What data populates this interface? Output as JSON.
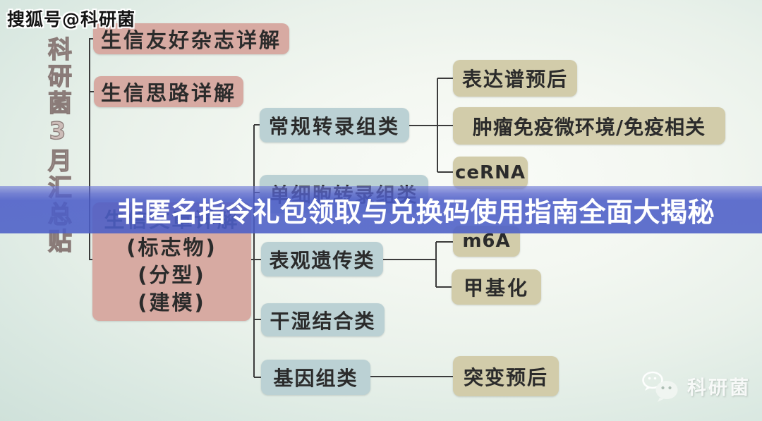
{
  "watermark": "搜狐号@科研菌",
  "side_title": "科研菌3月汇总贴",
  "banner": {
    "text": "非匿名指令礼包领取与兑换码使用指南全面大揭秘",
    "color": "#4c5fc7"
  },
  "colors": {
    "pink_node": "#d7aaa2",
    "blue_node": "#bbd1d4",
    "tan_node": "#d2ccaa",
    "connector": "#3b3b3b",
    "background_mint": "#cfe1da"
  },
  "icons": {
    "logo": "wechat-bubbles-icon"
  },
  "logo": {
    "text": "科研菌"
  },
  "mindmap": {
    "nodes": {
      "journals": "生信友好杂志详解",
      "ideas": "生信思路详解",
      "articles_title": "生信文章详解",
      "articles_sub1": "(标志物)",
      "articles_sub2": "(分型)",
      "articles_sub3": "(建模)",
      "transcriptome": "常规转录组类",
      "singlecell": "单细胞转录组类",
      "epigenetics": "表观遗传类",
      "drywet": "干湿结合类",
      "genomics": "基因组类",
      "expr_prognosis": "表达谱预后",
      "tumor_immune": "肿瘤免疫微环境/免疫相关",
      "cerna": "ceRNA",
      "m6a": "m6A",
      "methylation": "甲基化",
      "mutation_prognosis": "突变预后"
    }
  }
}
